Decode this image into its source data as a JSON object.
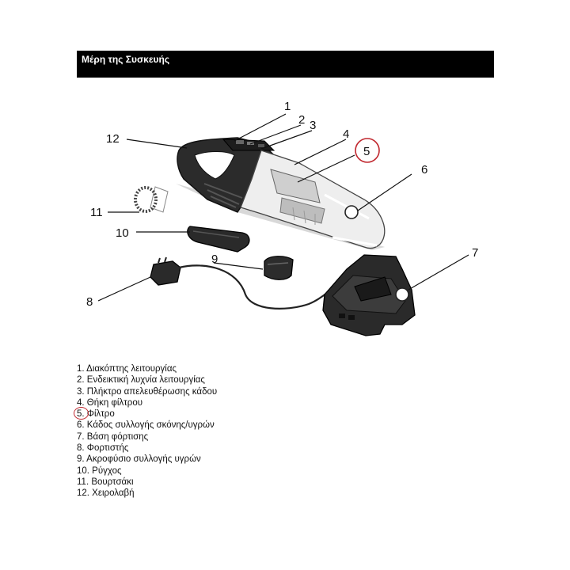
{
  "header": {
    "title": "Μέρη της Συσκευής"
  },
  "diagram": {
    "callouts": [
      "1",
      "2",
      "3",
      "4",
      "5",
      "6",
      "7",
      "8",
      "9",
      "10",
      "11",
      "12"
    ],
    "highlight_color": "#c0262d"
  },
  "parts": [
    "1. Διακόπτης λειτουργίας",
    "2. Ενδεικτική λυχνία λειτουργίας",
    "3. Πλήκτρο απελευθέρωσης κάδου",
    "4. Θήκη φίλτρου",
    "5. Φίλτρο",
    "6. Κάδος συλλογής σκόνης/υγρών",
    "7. Βάση φόρτισης",
    "8. Φορτιστής",
    "9. Ακροφύσιο συλλογής υγρών",
    "10. Ρύγχος",
    "11. Βουρτσάκι",
    "12. Χειρολαβή"
  ]
}
